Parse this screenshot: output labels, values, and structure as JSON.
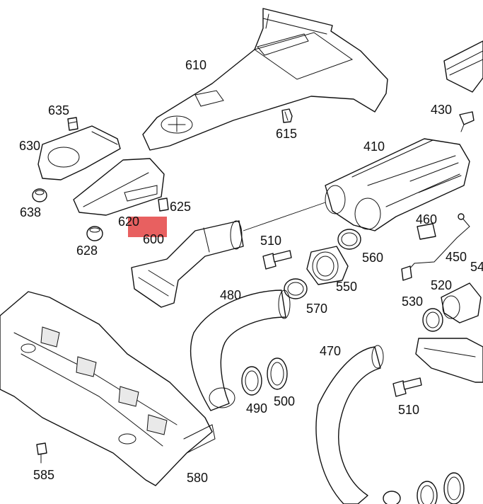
{
  "diagram": {
    "highlight_color": "#e86060",
    "highlighted_part": "620",
    "labels": {
      "p610": "610",
      "p635": "635",
      "p630": "630",
      "p615": "615",
      "p430": "430",
      "p410": "410",
      "p625": "625",
      "p638": "638",
      "p620": "620",
      "p600": "600",
      "p628": "628",
      "p510a": "510",
      "p460": "460",
      "p450": "450",
      "p560": "560",
      "p520": "520",
      "p54x": "54",
      "p480": "480",
      "p550": "550",
      "p530": "530",
      "p570": "570",
      "p470": "470",
      "p490": "490",
      "p500": "500",
      "p510b": "510",
      "p585": "585",
      "p580": "580"
    }
  }
}
